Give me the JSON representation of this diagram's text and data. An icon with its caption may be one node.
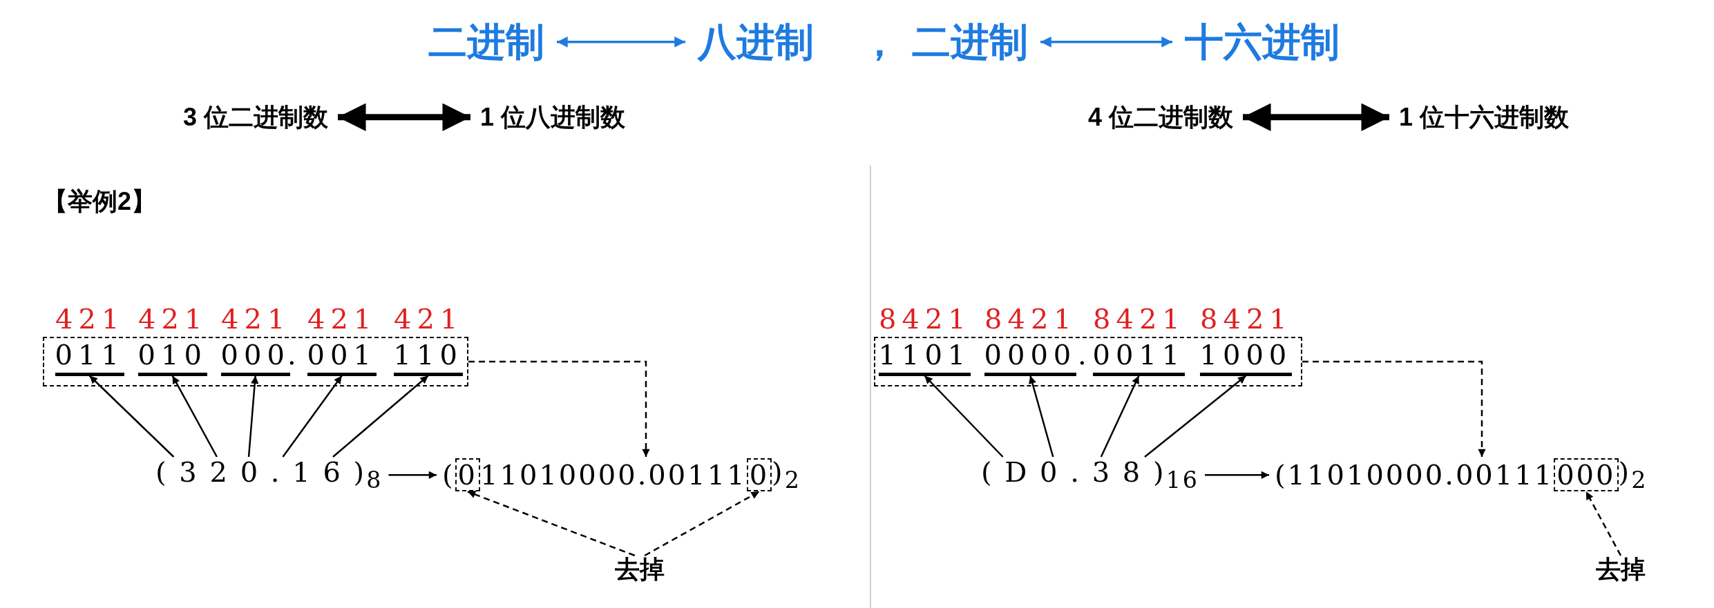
{
  "diagram": {
    "nodes": [
      {
        "text": [
          "二进制"
        ]
      },
      {
        "text": [
          "八进制"
        ]
      },
      {
        "text": [
          "二进制"
        ]
      },
      {
        "text": [
          "十六进制"
        ]
      },
      {
        "text": [
          "3 位二进制数"
        ]
      },
      {
        "text": [
          "1 位八进制数"
        ]
      },
      {
        "text": [
          "4 位二进制数"
        ]
      },
      {
        "text": [
          "1 位十六进制数"
        ]
      },
      {
        "text": [],
        "shape": "box"
      },
      {
        "text": [
          "011"
        ],
        "in": 8
      },
      {
        "text": [
          "010"
        ],
        "in": 8
      },
      {
        "text": [
          "000"
        ],
        "in": 8
      },
      {
        "text": [
          "001"
        ],
        "in": 8
      },
      {
        "text": [
          "110"
        ],
        "in": 8
      },
      {
        "text": [
          "( 3 2 0 . 1 6 )$_{8}$"
        ]
      },
      {
        "text": [
          "(",
          "11010000.00111",
          ")$_{2}$"
        ]
      },
      {
        "text": [
          "0"
        ],
        "in": 15
      },
      {
        "text": [
          "0"
        ],
        "in": 15
      },
      {
        "text": [
          "去掉"
        ]
      },
      {
        "text": [],
        "shape": "box"
      },
      {
        "text": [
          "1101"
        ],
        "in": 19
      },
      {
        "text": [
          "0000"
        ],
        "in": 19
      },
      {
        "text": [
          "0011"
        ],
        "in": 19
      },
      {
        "text": [
          "1000"
        ],
        "in": 19
      },
      {
        "text": [
          "( D 0 . 3 8 )$_{16}$"
        ]
      },
      {
        "text": [
          "(",
          "11010000.00111",
          ")$_{2}$"
        ]
      },
      {
        "text": [
          "000"
        ],
        "in": 25
      },
      {
        "text": [
          "去掉"
        ]
      }
    ],
    "edges": [
      {
        "from": 0,
        "to": 1,
        "arrow": "both",
        "color": "#1e7be0"
      },
      {
        "from": 2,
        "to": 3,
        "arrow": "both",
        "color": "#1e7be0"
      },
      {
        "from": 4,
        "to": 5,
        "arrow": "both",
        "style": "thick"
      },
      {
        "from": 6,
        "to": 7,
        "arrow": "both",
        "style": "thick"
      },
      {
        "from": 14,
        "to": 9,
        "arrow": "to"
      },
      {
        "from": 14,
        "to": 10,
        "arrow": "to"
      },
      {
        "from": 14,
        "to": 11,
        "arrow": "to"
      },
      {
        "from": 14,
        "to": 12,
        "arrow": "to"
      },
      {
        "from": 14,
        "to": 13,
        "arrow": "to"
      },
      {
        "from": 14,
        "to": 15,
        "arrow": "to"
      },
      {
        "from": 8,
        "to": 15,
        "arrow": "to",
        "style": "dashed"
      },
      {
        "from": 18,
        "to": 16,
        "arrow": "to",
        "style": "dashed"
      },
      {
        "from": 18,
        "to": 17,
        "arrow": "to",
        "style": "dashed"
      },
      {
        "from": 24,
        "to": 20,
        "arrow": "to"
      },
      {
        "from": 24,
        "to": 21,
        "arrow": "to"
      },
      {
        "from": 24,
        "to": 22,
        "arrow": "to"
      },
      {
        "from": 24,
        "to": 23,
        "arrow": "to"
      },
      {
        "from": 24,
        "to": 25,
        "arrow": "to"
      },
      {
        "from": 19,
        "to": 25,
        "arrow": "to",
        "style": "dashed"
      },
      {
        "from": 27,
        "to": 26,
        "arrow": "to",
        "style": "dashed"
      }
    ],
    "labels": [
      "，",
      "【举例2】",
      "421",
      "421",
      "421",
      "421",
      "421",
      ".",
      "8421",
      "8421",
      "8421",
      "8421",
      "."
    ]
  }
}
